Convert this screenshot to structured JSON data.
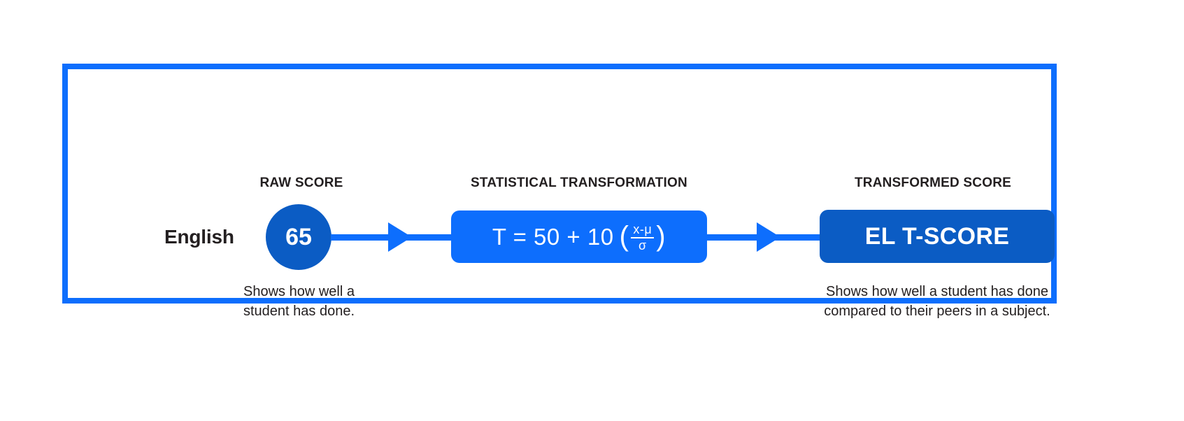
{
  "diagram": {
    "subject_label": "English",
    "frame_color": "#0d6efd",
    "accent_bright": "#0d6efd",
    "accent_dark": "#0b5cc4",
    "text_color": "#231f20",
    "stages": {
      "raw": {
        "header": "RAW SCORE",
        "value": "65",
        "caption": "Shows how well a student has done."
      },
      "transformation": {
        "header": "STATISTICAL TRANSFORMATION",
        "formula_lead": "T = 50 + 10",
        "paren_open": "(",
        "paren_close": ")",
        "numerator": "x-μ",
        "denominator": "σ",
        "formula_full": "T = 50 + 10 ( (x-μ)/σ )"
      },
      "transformed": {
        "header": "TRANSFORMED SCORE",
        "value": "EL T-SCORE",
        "caption": "Shows how well a student has done compared to their peers in a subject."
      }
    },
    "arrows": [
      {
        "name": "arrow-raw-to-formula"
      },
      {
        "name": "arrow-formula-to-tscore"
      }
    ]
  }
}
